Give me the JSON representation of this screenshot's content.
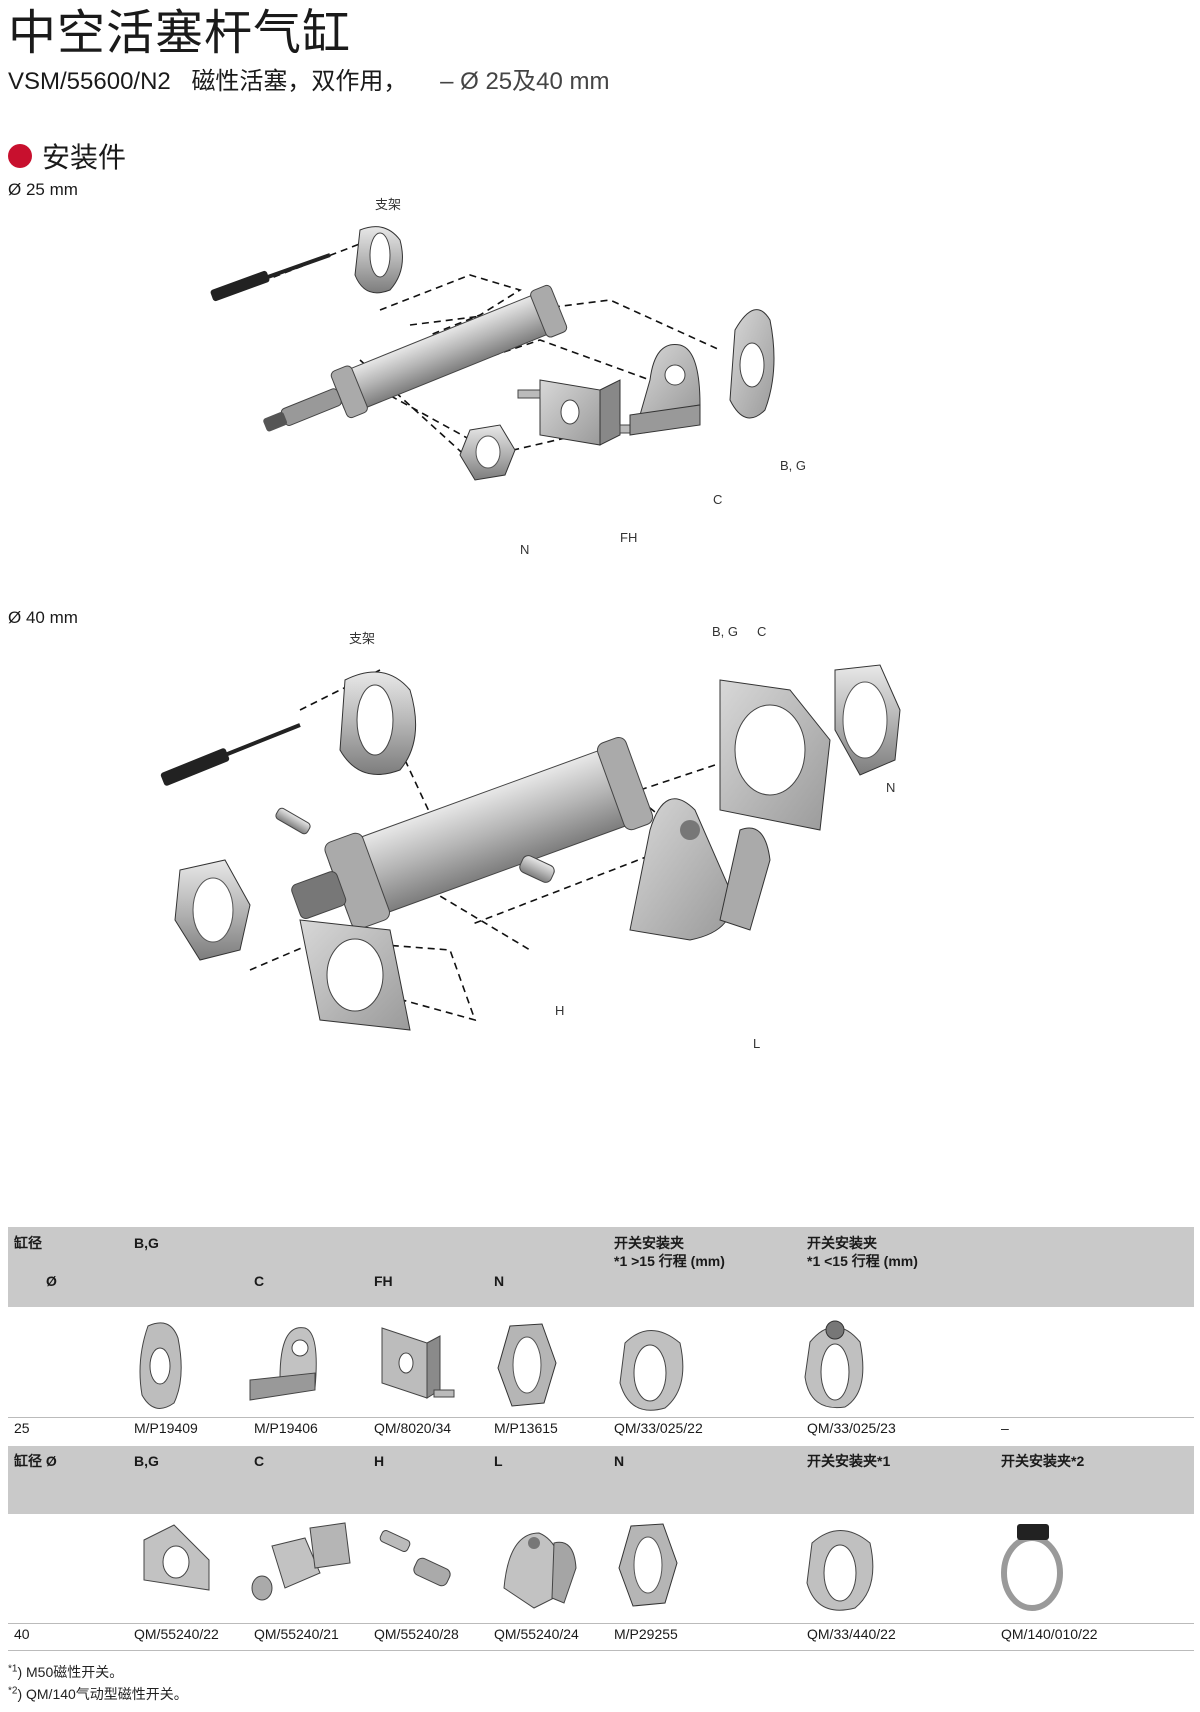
{
  "header": {
    "title": "中空活塞杆气缸",
    "model": "VSM/55600/N2",
    "description": "磁性活塞，双作用，",
    "sizes": "–  Ø 25及40 mm"
  },
  "section": {
    "title": "安装件",
    "bullet_color": "#c8102e"
  },
  "diagram25": {
    "label": "Ø 25 mm",
    "parts": {
      "bracket": "支架",
      "bg": "B, G",
      "c": "C",
      "fh": "FH",
      "n": "N"
    }
  },
  "diagram40": {
    "label": "Ø 40 mm",
    "parts": {
      "bracket": "支架",
      "bg": "B, G",
      "c": "C",
      "n": "N",
      "h": "H",
      "l": "L"
    }
  },
  "table25": {
    "headers": {
      "bore": "缸径",
      "bore_symbol": "Ø",
      "bg": "B,G",
      "c": "C",
      "fh": "FH",
      "n": "N",
      "clip_gt15": "开关安装夹\n*1 >15 行程 (mm)",
      "clip_lt15": "开关安装夹\n*1 <15 行程 (mm)"
    },
    "row": {
      "bore": "25",
      "bg": "M/P19409",
      "c": "M/P19406",
      "fh": "QM/8020/34",
      "n": "M/P13615",
      "clip_gt15": "QM/33/025/22",
      "clip_lt15": "QM/33/025/23",
      "extra": "–"
    }
  },
  "table40": {
    "headers": {
      "bore": "缸径 Ø",
      "bg": "B,G",
      "c": "C",
      "h": "H",
      "l": "L",
      "n": "N",
      "clip1": "开关安装夹*1",
      "clip2": "开关安装夹*2"
    },
    "row": {
      "bore": "40",
      "bg": "QM/55240/22",
      "c": "QM/55240/21",
      "h": "QM/55240/28",
      "l": "QM/55240/24",
      "n": "M/P29255",
      "clip1": "QM/33/440/22",
      "clip2": "QM/140/010/22"
    }
  },
  "notes": {
    "note1_mark": "*1",
    "note1": ") M50磁性开关。",
    "note2_mark": "*2",
    "note2": ") QM/140气动型磁性开关。"
  }
}
